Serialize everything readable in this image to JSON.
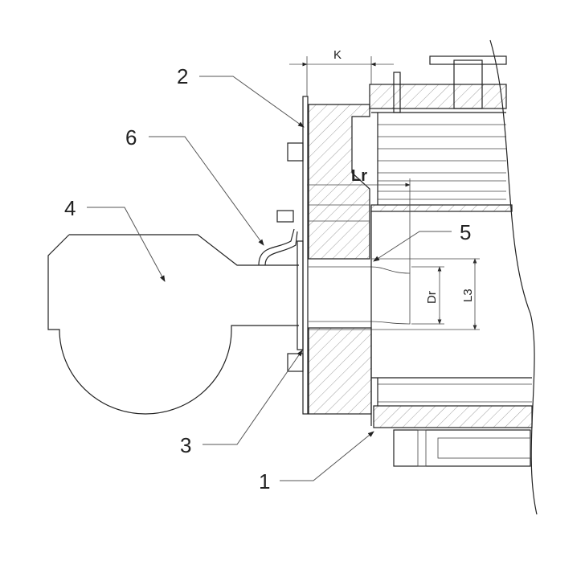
{
  "labels": {
    "part_1": "1",
    "part_2": "2",
    "part_3": "3",
    "part_4": "4",
    "part_5": "5",
    "part_6": "6"
  },
  "dimensions": {
    "k": "K",
    "lr": "Lr",
    "dr": "Dr",
    "l3": "L3"
  }
}
